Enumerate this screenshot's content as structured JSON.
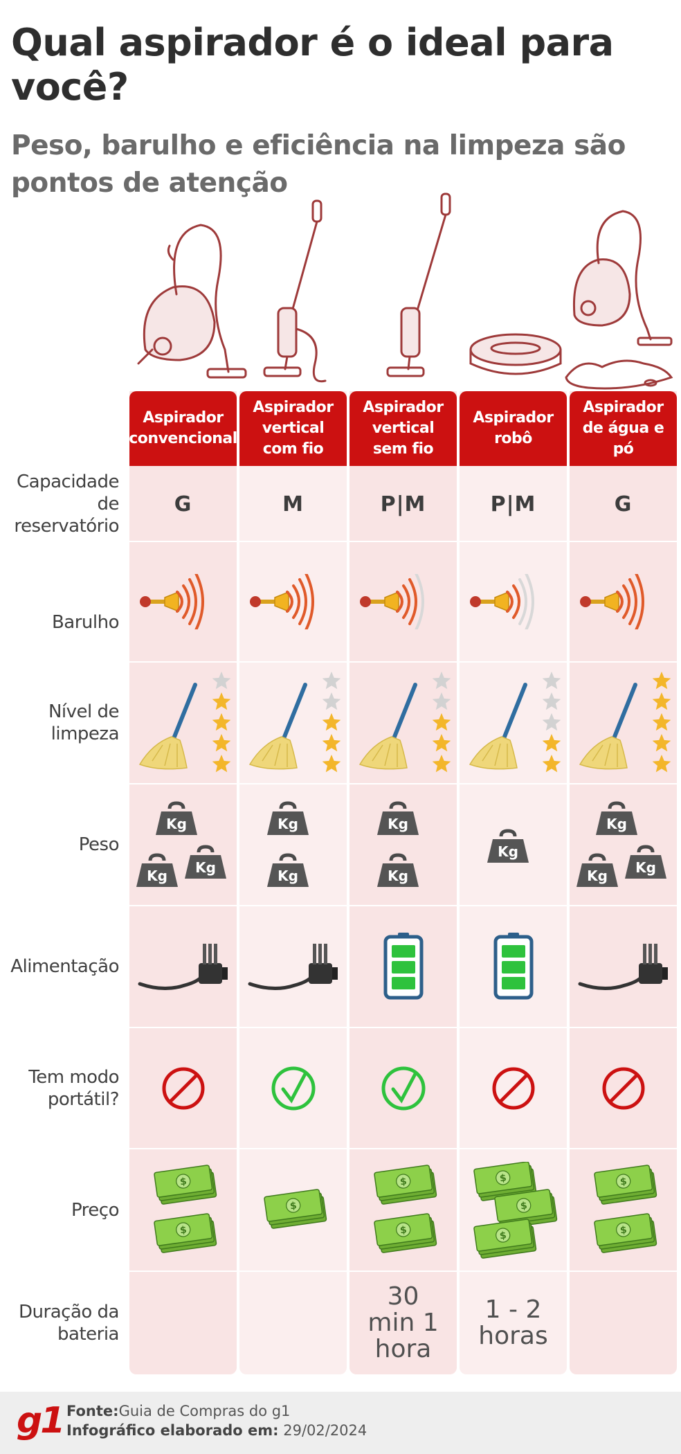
{
  "title": "Qual aspirador é o ideal para você?",
  "subtitle": "Peso, barulho e eficiência na limpeza são pontos de atenção",
  "columns": [
    {
      "name": "Aspirador convencional",
      "capacity": "G",
      "noise": 4,
      "cleaning": 4,
      "weight": 3,
      "power": "plug",
      "portable": false,
      "price": 2,
      "battery": ""
    },
    {
      "name": "Aspirador vertical com fio",
      "capacity": "M",
      "noise": 4,
      "cleaning": 3,
      "weight": 2,
      "power": "plug",
      "portable": true,
      "price": 1,
      "battery": ""
    },
    {
      "name": "Aspirador vertical sem fio",
      "capacity": "P|M",
      "noise": 3,
      "cleaning": 3,
      "weight": 2,
      "power": "battery",
      "portable": true,
      "price": 2,
      "battery": "30 min 1 hora"
    },
    {
      "name": "Aspirador robô",
      "capacity": "P|M",
      "noise": 2,
      "cleaning": 2,
      "weight": 1,
      "power": "battery",
      "portable": false,
      "price": 3,
      "battery": "1 - 2 horas"
    },
    {
      "name": "Aspirador de água e pó",
      "capacity": "G",
      "noise": 4,
      "cleaning": 5,
      "weight": 3,
      "power": "plug",
      "portable": false,
      "price": 2,
      "battery": ""
    }
  ],
  "rows": {
    "capacity": "Capacidade de reservatório",
    "noise": "Barulho",
    "cleaning": "Nível de limpeza",
    "weight": "Peso",
    "power": "Alimentação",
    "portable": "Tem modo portátil?",
    "price": "Preço",
    "battery": "Duração da bateria"
  },
  "weight_label": "Kg",
  "footer": {
    "logo": "g1",
    "source_label": "Fonte:",
    "source_value": "Guia de Compras do g1",
    "date_label": "Infográfico elaborado em:",
    "date_value": "29/02/2024"
  },
  "colors": {
    "header_red": "#cc1111",
    "star_gold": "#f3b62a",
    "star_gray": "#d2d2d2",
    "check_green": "#2ec23d",
    "no_red": "#cc1111",
    "money_green": "#7cbf3c"
  },
  "icons": [
    "speaker-icon",
    "broom-icon",
    "star-icon",
    "kg-weight-icon",
    "plug-icon",
    "battery-icon",
    "check-icon",
    "no-icon",
    "money-icon"
  ]
}
